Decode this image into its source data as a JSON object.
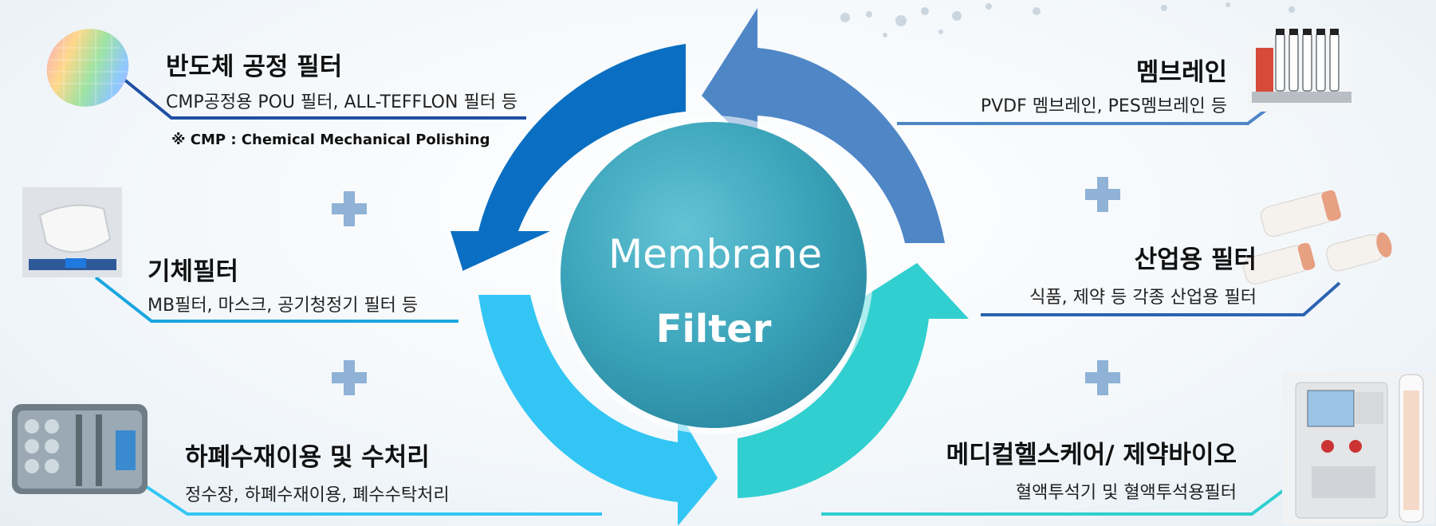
{
  "center": {
    "line1": "Membrane",
    "line2": "Filter"
  },
  "items": [
    {
      "title": "반도체 공정 필터",
      "desc": "CMP공정용 POU 필터, ALL-TEFFLON 필터 등",
      "note": "※ CMP : Chemical Mechanical Polishing"
    },
    {
      "title": "기체필터",
      "desc": "MB필터, 마스크, 공기청정기 필터 등"
    },
    {
      "title": "하폐수재이용 및 수처리",
      "desc": "정수장, 하폐수재이용, 폐수수탁처리"
    },
    {
      "title": "멤브레인",
      "desc": "PVDF 멤브레인, PES멤브레인 등"
    },
    {
      "title": "산업용 필터",
      "desc": "식품, 제약 등 각종 산업용 필터"
    },
    {
      "title": "메디컬헬스케어/ 제약바이오",
      "desc": "혈액투석기 및 혈액투석용필터"
    }
  ],
  "colors": {
    "arrow_top_left": "#0a6fc2",
    "arrow_top_right": "#4f86c6",
    "arrow_bottom_left": "#33c6f4",
    "arrow_bottom_right": "#31cfcf",
    "center_circle": "#3aa8bd",
    "plus": "#8fb2d6"
  }
}
